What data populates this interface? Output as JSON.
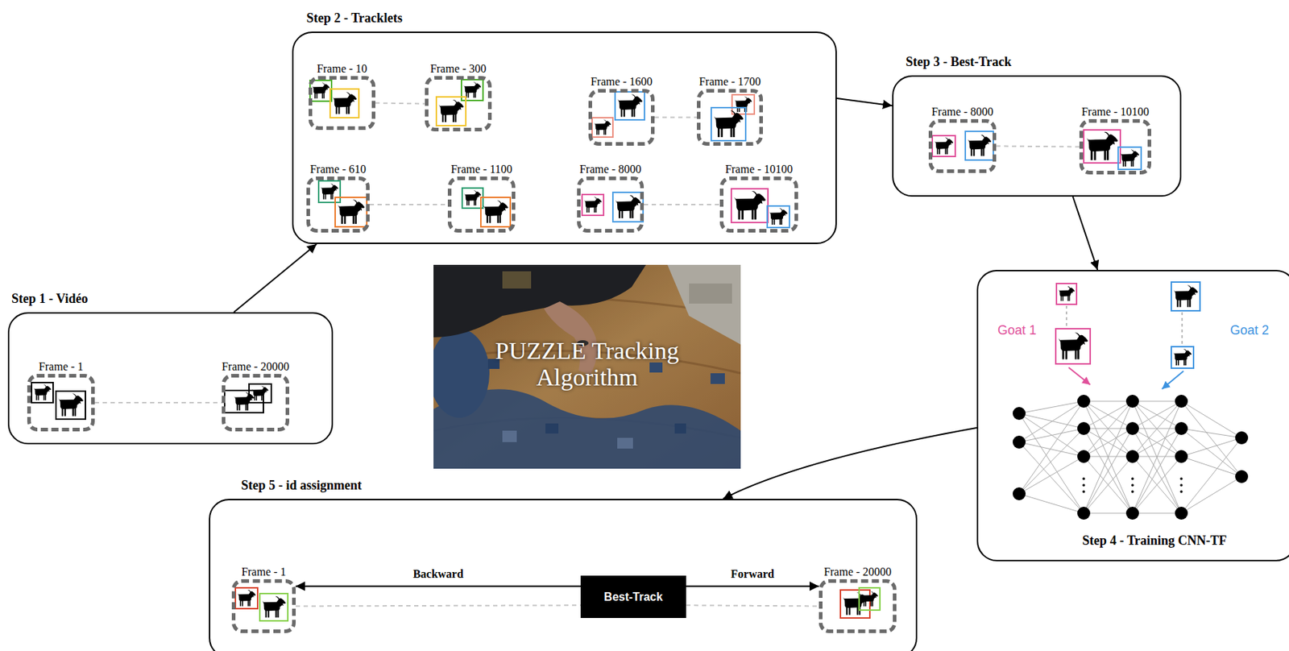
{
  "diagram": {
    "nodes": [
      {
        "text": [
          "Step 2 - Tracklets"
        ]
      },
      {
        "text": [
          "Frame - 10"
        ],
        "in": 0
      },
      {
        "text": [
          "Frame - 300"
        ],
        "in": 0
      },
      {
        "text": [
          "Frame - 1600"
        ],
        "in": 0
      },
      {
        "text": [
          "Frame - 1700"
        ],
        "in": 0
      },
      {
        "text": [
          "Frame - 610"
        ],
        "in": 0
      },
      {
        "text": [
          "Frame - 1100"
        ],
        "in": 0
      },
      {
        "text": [
          "Frame - 8000"
        ],
        "in": 0
      },
      {
        "text": [
          "Frame - 10100"
        ],
        "in": 0
      },
      {
        "text": [
          "Step 3 - Best-Track"
        ]
      },
      {
        "text": [
          "Frame - 8000"
        ],
        "in": 9
      },
      {
        "text": [
          "Frame - 10100"
        ],
        "in": 9
      },
      {
        "text": [
          "Step 1 - Vidéo"
        ]
      },
      {
        "text": [
          "Frame - 1"
        ],
        "in": 12
      },
      {
        "text": [
          "Frame - 20000"
        ],
        "in": 12
      },
      {
        "text": [
          "PUZZLE Tracking Algorithm"
        ]
      },
      {
        "text": [
          "Step 4 - Training CNN-TF"
        ]
      },
      {
        "text": [
          "Step 5 - id assignment"
        ]
      },
      {
        "text": [
          "Frame - 1"
        ],
        "in": 17
      },
      {
        "text": [
          "Best-Track"
        ],
        "in": 17
      },
      {
        "text": [
          "Frame - 20000"
        ],
        "in": 17
      }
    ],
    "edges": [
      {
        "from": 12,
        "to": 0,
        "arrow": "to"
      },
      {
        "from": 0,
        "to": 9,
        "arrow": "to"
      },
      {
        "from": 9,
        "to": 16,
        "arrow": "to"
      },
      {
        "from": 16,
        "to": 17,
        "arrow": "to"
      },
      {
        "from": 1,
        "to": 2,
        "arrow": "none"
      },
      {
        "from": 3,
        "to": 4,
        "arrow": "none"
      },
      {
        "from": 5,
        "to": 6,
        "arrow": "none"
      },
      {
        "from": 7,
        "to": 8,
        "arrow": "none"
      },
      {
        "from": 10,
        "to": 11,
        "arrow": "none"
      },
      {
        "from": 13,
        "to": 14,
        "arrow": "none"
      },
      {
        "from": 18,
        "to": 19,
        "arrow": "none"
      },
      {
        "from": 19,
        "to": 20,
        "arrow": "none"
      },
      {
        "from": 19,
        "to": 18,
        "label": "Backward",
        "arrow": "to"
      },
      {
        "from": 19,
        "to": 20,
        "label": "Forward",
        "arrow": "to"
      }
    ],
    "labels": [
      "Goat 1",
      "Goat 2"
    ]
  }
}
